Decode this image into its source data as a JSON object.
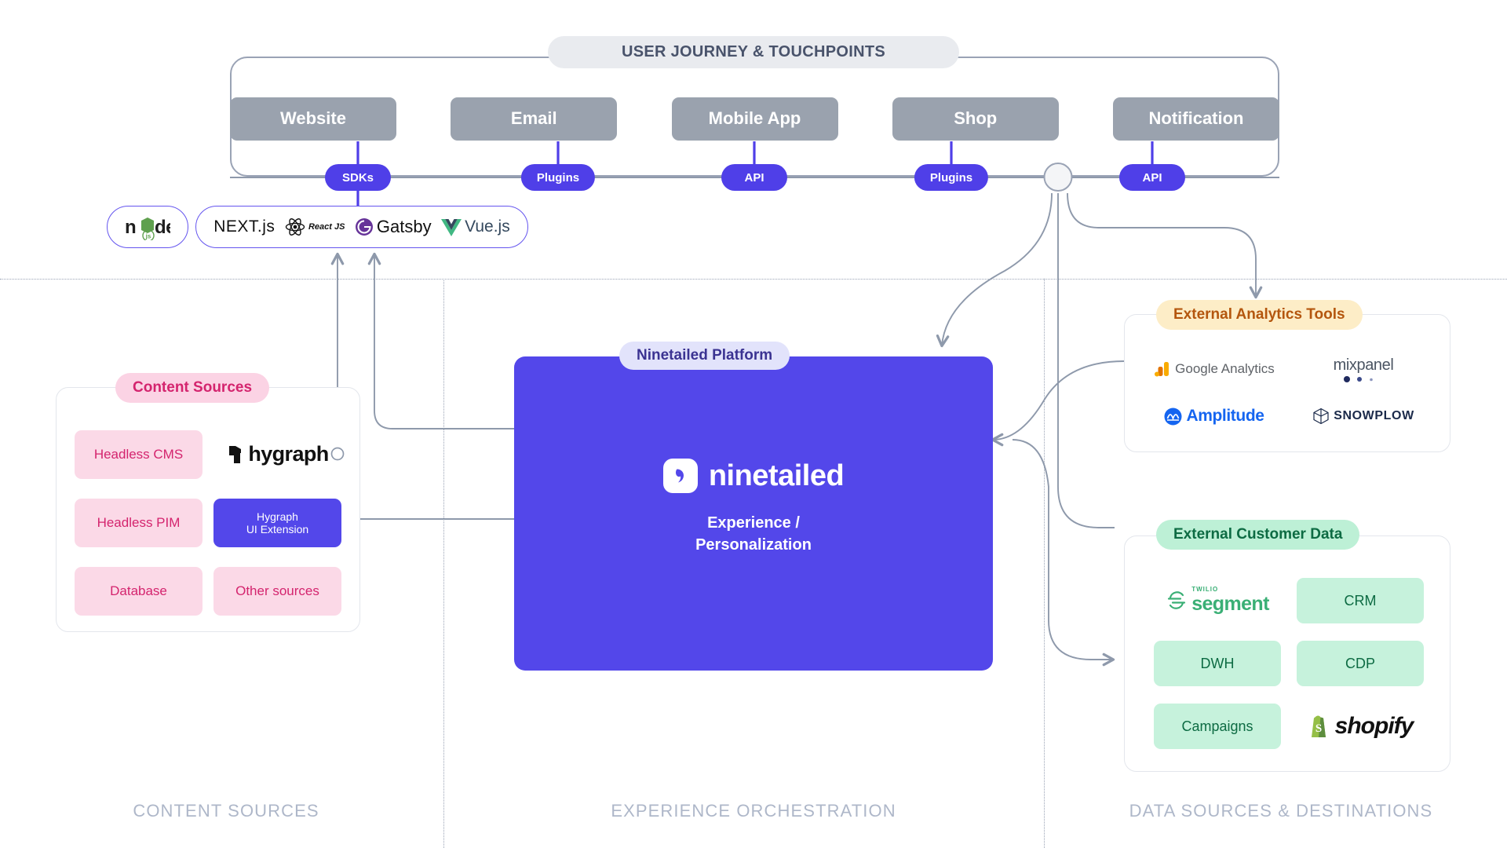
{
  "journey": {
    "title": "USER JOURNEY & TOUCHPOINTS",
    "touchpoints": [
      {
        "label": "Website"
      },
      {
        "label": "Email"
      },
      {
        "label": "Mobile App"
      },
      {
        "label": "Shop"
      },
      {
        "label": "Notification"
      }
    ],
    "connectors": [
      {
        "label": "SDKs"
      },
      {
        "label": "Plugins"
      },
      {
        "label": "API"
      },
      {
        "label": "Plugins"
      },
      {
        "label": "API"
      }
    ],
    "hub_node": "connection-hub"
  },
  "frameworks": {
    "runtime": {
      "name": "node.js",
      "icon": "nodejs-logo"
    },
    "items": [
      {
        "name": "NEXT.js",
        "icon": "nextjs-logo"
      },
      {
        "name": "React JS",
        "icon": "react-logo"
      },
      {
        "name": "Gatsby",
        "icon": "gatsby-logo"
      },
      {
        "name": "Vue.js",
        "icon": "vuejs-logo"
      }
    ]
  },
  "content_sources": {
    "title": "Content Sources",
    "title_bg": "#fbd3e4",
    "title_fg": "#d4246e",
    "chips": [
      {
        "label": "Headless CMS",
        "type": "chip"
      },
      {
        "label": "hygraph",
        "type": "logo",
        "icon": "hygraph-logo"
      },
      {
        "label": "Headless PIM",
        "type": "chip"
      },
      {
        "label": "Hygraph\nUI Extension",
        "type": "extension"
      },
      {
        "label": "Database",
        "type": "chip"
      },
      {
        "label": "Other sources",
        "type": "chip"
      }
    ]
  },
  "platform": {
    "title": "Ninetailed Platform",
    "title_bg": "#e2e3fb",
    "title_fg": "#3b3392",
    "brand": "ninetailed",
    "brand_icon": "ninetailed-mark",
    "subtitle_line1": "Experience /",
    "subtitle_line2": "Personalization",
    "bg": "#5347ea"
  },
  "analytics": {
    "title": "External Analytics Tools",
    "title_bg": "#fdedc7",
    "title_fg": "#b4560e",
    "items": [
      {
        "label": "Google Analytics",
        "icon": "google-analytics-logo"
      },
      {
        "label": "mixpanel",
        "icon": "mixpanel-logo"
      },
      {
        "label": "Amplitude",
        "icon": "amplitude-logo"
      },
      {
        "label": "SNOWPLOW",
        "icon": "snowplow-logo"
      }
    ]
  },
  "customer_data": {
    "title": "External Customer Data",
    "title_bg": "#bdf0d6",
    "title_fg": "#0d6b43",
    "chips": [
      {
        "label": "segment",
        "sup": "TWILIO",
        "type": "logo",
        "icon": "twilio-segment-logo"
      },
      {
        "label": "CRM",
        "type": "chip"
      },
      {
        "label": "DWH",
        "type": "chip"
      },
      {
        "label": "CDP",
        "type": "chip"
      },
      {
        "label": "Campaigns",
        "type": "chip"
      },
      {
        "label": "shopify",
        "type": "logo",
        "icon": "shopify-logo"
      }
    ]
  },
  "captions": [
    {
      "label": "CONTENT SOURCES"
    },
    {
      "label": "EXPERIENCE ORCHESTRATION"
    },
    {
      "label": "DATA SOURCES & DESTINATIONS"
    }
  ],
  "colors": {
    "accent_purple": "#5347ea",
    "connector_purple": "#4f3fe8",
    "touchpoint_grey": "#9aa2ae",
    "wire_grey": "#8e99ab",
    "pink": "#fbd9e7",
    "green": "#c6f2dc",
    "yellow": "#fdedc7"
  }
}
